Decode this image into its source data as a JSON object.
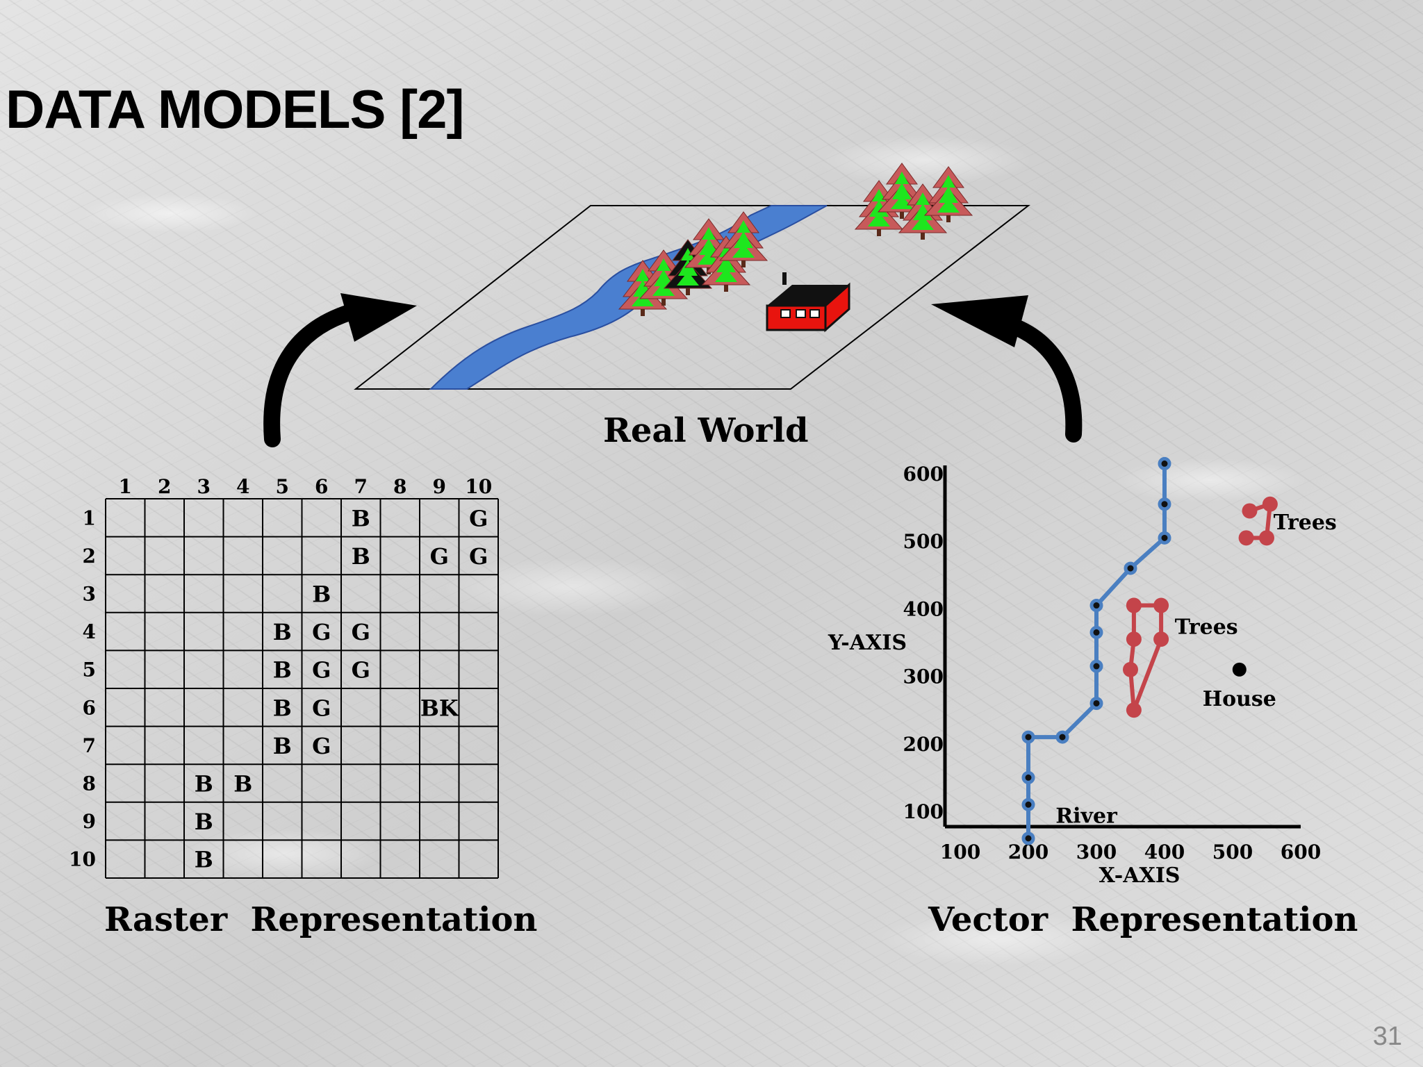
{
  "title": "DATA MODELS [2]",
  "real_world_label": "Real World",
  "raster_label": "Raster  Representation",
  "vector_label": "Vector  Representation",
  "slide_number": "31",
  "raster": {
    "columns": [
      "1",
      "2",
      "3",
      "4",
      "5",
      "6",
      "7",
      "8",
      "9",
      "10"
    ],
    "rows": [
      "1",
      "2",
      "3",
      "4",
      "5",
      "6",
      "7",
      "8",
      "9",
      "10"
    ],
    "cells": [
      {
        "row": 1,
        "col": 7,
        "text": "B"
      },
      {
        "row": 1,
        "col": 10,
        "text": "G"
      },
      {
        "row": 2,
        "col": 7,
        "text": "B"
      },
      {
        "row": 2,
        "col": 9,
        "text": "G"
      },
      {
        "row": 2,
        "col": 10,
        "text": "G"
      },
      {
        "row": 3,
        "col": 6,
        "text": "B"
      },
      {
        "row": 4,
        "col": 5,
        "text": "B"
      },
      {
        "row": 4,
        "col": 6,
        "text": "G"
      },
      {
        "row": 4,
        "col": 7,
        "text": "G"
      },
      {
        "row": 5,
        "col": 5,
        "text": "B"
      },
      {
        "row": 5,
        "col": 6,
        "text": "G"
      },
      {
        "row": 5,
        "col": 7,
        "text": "G"
      },
      {
        "row": 6,
        "col": 5,
        "text": "B"
      },
      {
        "row": 6,
        "col": 6,
        "text": "G"
      },
      {
        "row": 6,
        "col": 9,
        "text": "BK"
      },
      {
        "row": 7,
        "col": 5,
        "text": "B"
      },
      {
        "row": 7,
        "col": 6,
        "text": "G"
      },
      {
        "row": 8,
        "col": 3,
        "text": "B"
      },
      {
        "row": 8,
        "col": 4,
        "text": "B"
      },
      {
        "row": 9,
        "col": 3,
        "text": "B"
      },
      {
        "row": 10,
        "col": 3,
        "text": "B"
      }
    ]
  },
  "vector": {
    "x_axis_label": "X-AXIS",
    "y_axis_label": "Y-AXIS",
    "x_ticks": [
      "100",
      "200",
      "300",
      "400",
      "500",
      "600"
    ],
    "y_ticks": [
      "100",
      "200",
      "300",
      "400",
      "500",
      "600"
    ],
    "features": {
      "river": {
        "label": "River",
        "color": "#4a7fc1",
        "points": [
          [
            200,
            60
          ],
          [
            200,
            110
          ],
          [
            200,
            150
          ],
          [
            200,
            210
          ],
          [
            250,
            210
          ],
          [
            300,
            260
          ],
          [
            300,
            315
          ],
          [
            300,
            365
          ],
          [
            300,
            405
          ],
          [
            350,
            460
          ],
          [
            400,
            505
          ],
          [
            400,
            555
          ],
          [
            400,
            615
          ]
        ]
      },
      "trees_small": {
        "label": "Trees",
        "color": "#c4444a",
        "points": [
          [
            525,
            545
          ],
          [
            555,
            555
          ],
          [
            550,
            505
          ],
          [
            520,
            505
          ]
        ]
      },
      "trees_large": {
        "label": "Trees",
        "color": "#c4444a",
        "points": [
          [
            355,
            405
          ],
          [
            395,
            405
          ],
          [
            395,
            355
          ],
          [
            355,
            250
          ],
          [
            350,
            310
          ],
          [
            355,
            355
          ],
          [
            355,
            405
          ]
        ]
      },
      "house": {
        "label": "House",
        "point": [
          510,
          310
        ]
      }
    }
  }
}
